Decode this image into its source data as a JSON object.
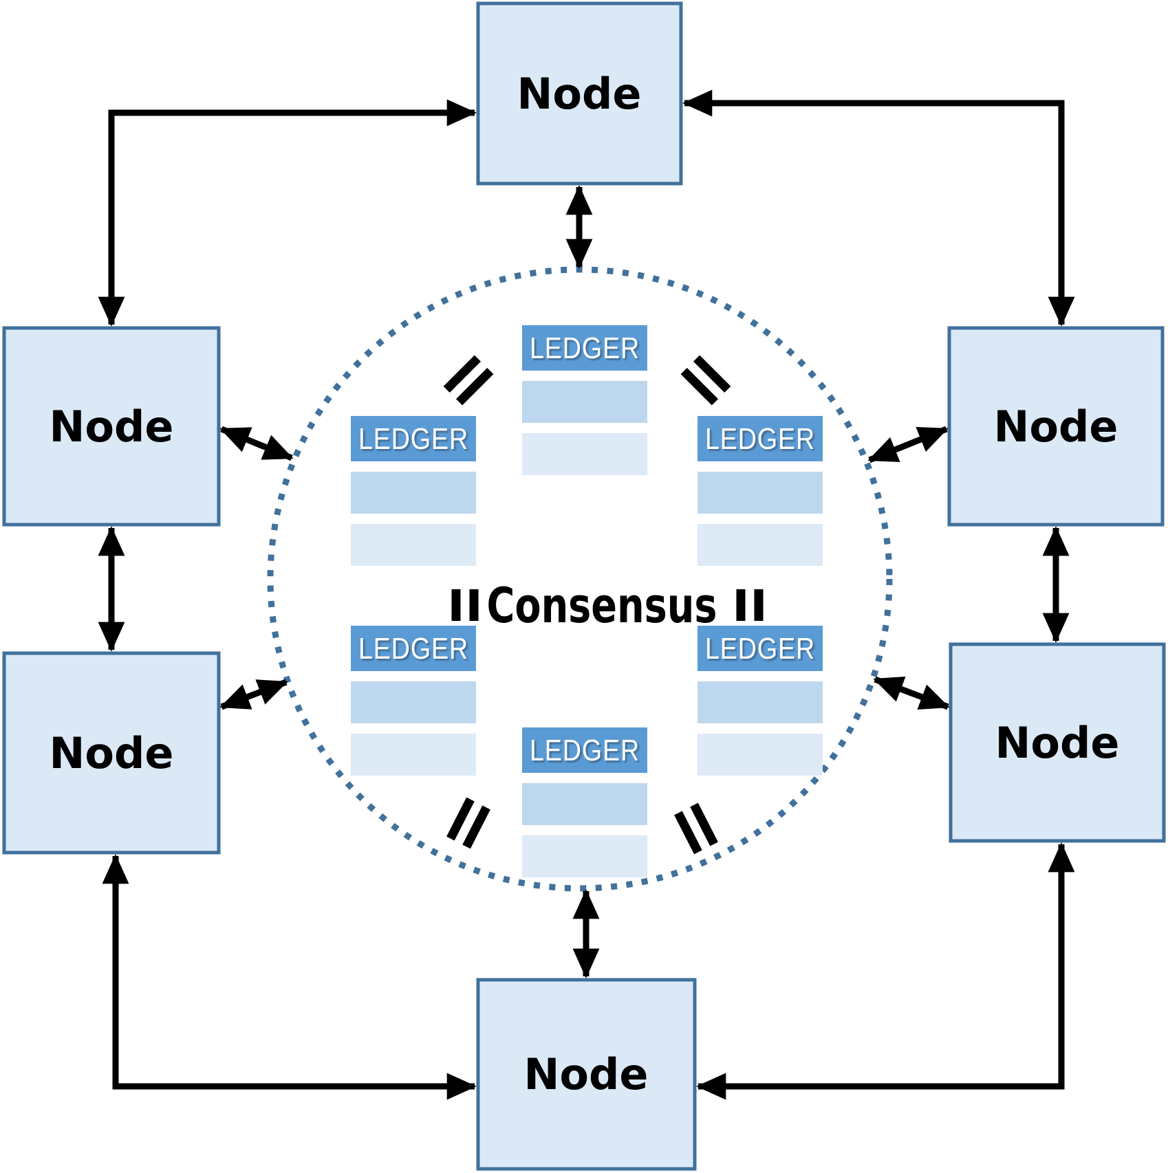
{
  "diagram": {
    "consensus": {
      "label": "Consensus"
    },
    "nodes": [
      {
        "position": "top",
        "label": "Node"
      },
      {
        "position": "upper-left",
        "label": "Node"
      },
      {
        "position": "upper-right",
        "label": "Node"
      },
      {
        "position": "lower-left",
        "label": "Node"
      },
      {
        "position": "lower-right",
        "label": "Node"
      },
      {
        "position": "bottom",
        "label": "Node"
      }
    ],
    "ledgers": [
      {
        "position": "top",
        "label": "LEDGER",
        "rows": 2
      },
      {
        "position": "upper-left",
        "label": "LEDGER",
        "rows": 2
      },
      {
        "position": "upper-right",
        "label": "LEDGER",
        "rows": 2
      },
      {
        "position": "lower-left",
        "label": "LEDGER",
        "rows": 2
      },
      {
        "position": "lower-right",
        "label": "LEDGER",
        "rows": 2
      },
      {
        "position": "bottom",
        "label": "LEDGER",
        "rows": 2
      }
    ],
    "equals_marks": 6,
    "colors": {
      "background": "#ffffff",
      "node_fill": "#dbe9f6",
      "node_border": "#41719c",
      "ledger_header": "#5b9bd5",
      "ledger_row_medium": "#bdd7ee",
      "ledger_row_light": "#deeaf6",
      "ledger_text": "#ffffff",
      "circle_dotted": "#41719c",
      "arrow": "#000000",
      "label_text": "#000000"
    }
  }
}
